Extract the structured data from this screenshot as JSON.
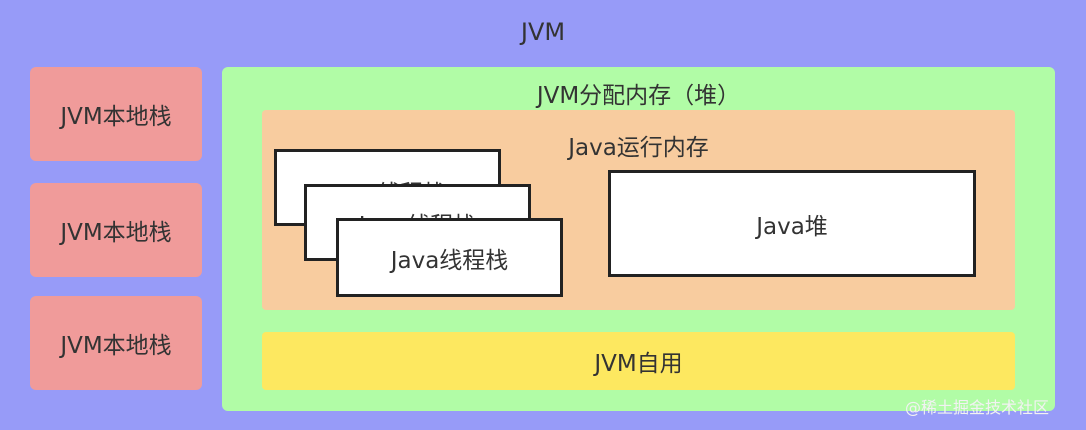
{
  "diagram": {
    "title": "JVM",
    "native_stacks": [
      "JVM本地栈",
      "JVM本地栈",
      "JVM本地栈"
    ],
    "alloc_memory": {
      "label": "JVM分配内存（堆）",
      "runtime_memory": {
        "label": "Java运行内存",
        "thread_stacks": [
          "Java线程栈",
          "Java线程栈",
          "Java线程栈"
        ],
        "heap": "Java堆"
      },
      "self_use": "JVM自用"
    }
  },
  "watermark": "@稀土掘金技术社区"
}
